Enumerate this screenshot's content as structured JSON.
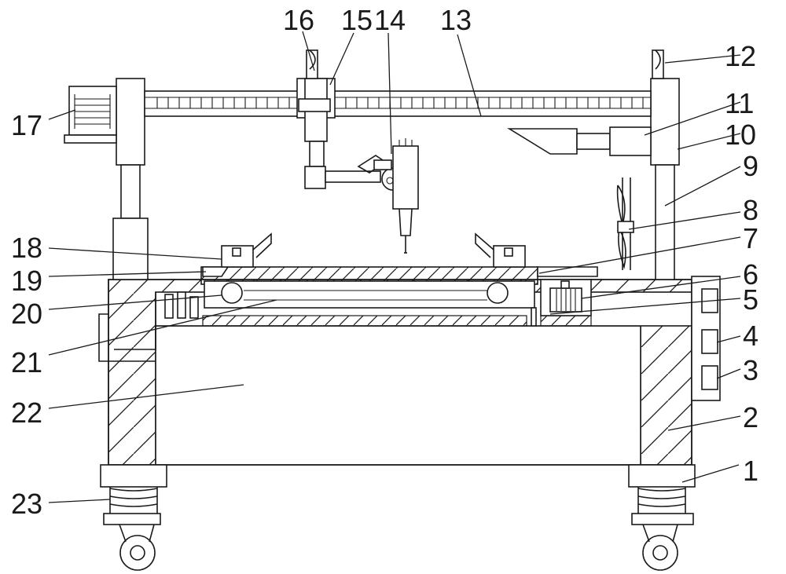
{
  "diagram": {
    "labels": [
      {
        "id": "1",
        "text": "1"
      },
      {
        "id": "2",
        "text": "2"
      },
      {
        "id": "3",
        "text": "3"
      },
      {
        "id": "4",
        "text": "4"
      },
      {
        "id": "5",
        "text": "5"
      },
      {
        "id": "6",
        "text": "6"
      },
      {
        "id": "7",
        "text": "7"
      },
      {
        "id": "8",
        "text": "8"
      },
      {
        "id": "9",
        "text": "9"
      },
      {
        "id": "10",
        "text": "10"
      },
      {
        "id": "11",
        "text": "11"
      },
      {
        "id": "12",
        "text": "12"
      },
      {
        "id": "13",
        "text": "13"
      },
      {
        "id": "14",
        "text": "14"
      },
      {
        "id": "15",
        "text": "15"
      },
      {
        "id": "16",
        "text": "16"
      },
      {
        "id": "17",
        "text": "17"
      },
      {
        "id": "18",
        "text": "18"
      },
      {
        "id": "19",
        "text": "19"
      },
      {
        "id": "20",
        "text": "20"
      },
      {
        "id": "21",
        "text": "21"
      },
      {
        "id": "22",
        "text": "22"
      },
      {
        "id": "23",
        "text": "23"
      }
    ]
  }
}
